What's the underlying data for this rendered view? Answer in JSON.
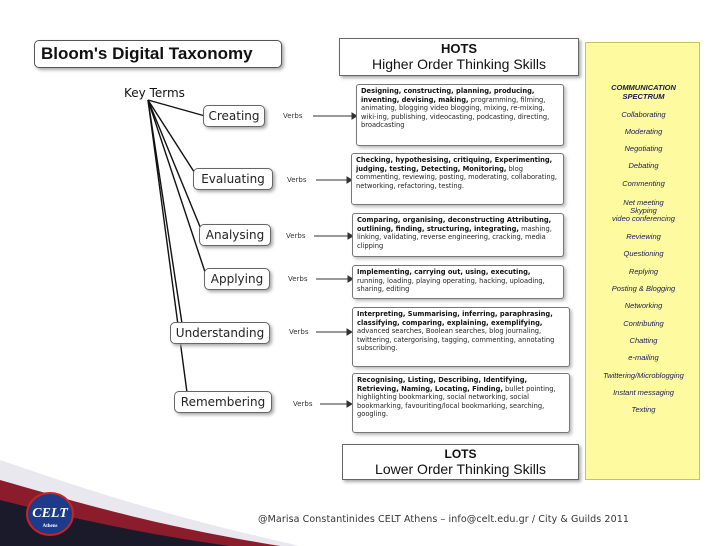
{
  "title": "Bloom's Digital Taxonomy",
  "key_terms": "Key Terms",
  "verbs_label": "Verbs",
  "hots": {
    "abbr": "HOTS",
    "full": "Higher Order Thinking Skills"
  },
  "lots": {
    "abbr": "LOTS",
    "full": "Lower Order Thinking Skills"
  },
  "levels": [
    {
      "name": "Creating",
      "bold": "Designing, constructing, planning, producing, inventing, devising, making,",
      "rest": " programming, filming, animating, blogging video blogging, mixing, re-mixing, wiki-ing, publishing, videocasting, podcasting, directing, broadcasting"
    },
    {
      "name": "Evaluating",
      "bold": "Checking, hypothesising, critiquing, Experimenting, judging, testing, Detecting, Monitoring,",
      "rest": " blog commenting, reviewing, posting, moderating, collaborating, networking, refactoring, testing."
    },
    {
      "name": "Analysing",
      "bold": "Comparing, organising, deconstructing Attributing, outlining, finding, structuring, integrating,",
      "rest": " mashing, linking, validating, reverse engineering, cracking, media clipping"
    },
    {
      "name": "Applying",
      "bold": "Implementing, carrying out, using, executing,",
      "rest": " running, loading, playing operating, hacking, uploading, sharing, editing"
    },
    {
      "name": "Understanding",
      "bold": "Interpreting, Summarising, inferring, paraphrasing, classifying, comparing, explaining, exemplifying,",
      "rest": " advanced searches, Boolean searches, blog journaling, twittering, catergorising, tagging, commenting, annotating subscribing."
    },
    {
      "name": "Remembering",
      "bold": "Recognising, Listing, Describing, Identifying, Retrieving, Naming, Locating, Finding,",
      "rest": " bullet pointing, highlighting bookmarking, social networking, social bookmarking, favouriting/local bookmarking, searching, googling."
    }
  ],
  "spectrum": {
    "title_line1": "COMMUNICATION",
    "title_line2": "SPECTRUM",
    "items": [
      "Collaborating",
      "Moderating",
      "Negotiating",
      "Debating",
      "Commenting",
      "Net meeting",
      "Skyping",
      "video conferencing",
      "Reviewing",
      "Questioning",
      "Replying",
      "Posting & Blogging",
      "Networking",
      "Contributing",
      "Chatting",
      "e-mailing",
      "Twittering/Microblogging",
      "Instant messaging",
      "Texting"
    ]
  },
  "footer": "@Marisa Constantinides CELT Athens – info@celt.edu.gr  /  City & Guilds 2011",
  "logo": {
    "text": "CELT",
    "sub": "Athens"
  },
  "colors": {
    "spectrum_bg": "#fdfaa0",
    "spectrum_text": "#1a1a55",
    "logo_blue": "#1e3a8a",
    "logo_red": "#cc2222"
  }
}
